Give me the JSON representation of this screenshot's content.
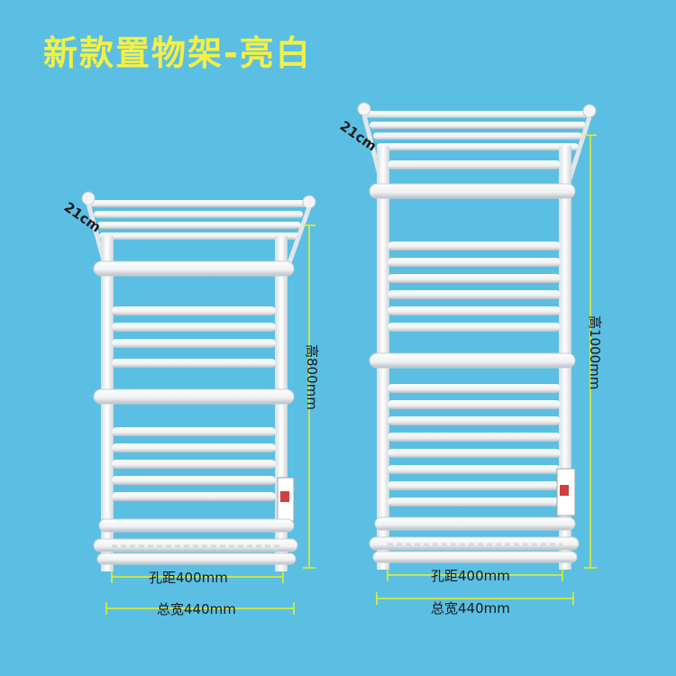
{
  "title": "新款置物架-亮白",
  "colors": {
    "background": "#5bbfe3",
    "title": "#f3f046",
    "dimension_line": "#e8f020",
    "rack": "#ffffff"
  },
  "small_rack": {
    "depth_label": "21cm",
    "height_label": "高800mm",
    "hole_distance_label": "孔距400mm",
    "total_width_label": "总宽440mm"
  },
  "large_rack": {
    "depth_label": "21cm",
    "height_label": "高1000mm",
    "hole_distance_label": "孔距400mm",
    "total_width_label": "总宽440mm"
  }
}
